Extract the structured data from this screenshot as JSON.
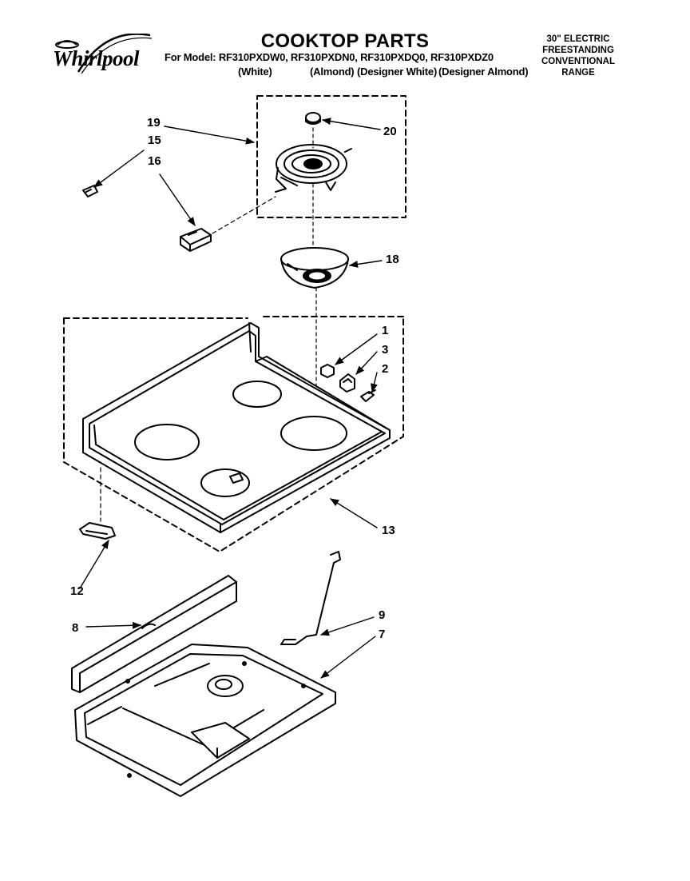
{
  "brand": {
    "logo_text": "Whirlpool"
  },
  "header": {
    "title": "COOKTOP PARTS",
    "models_line": "For Model: RF310PXDW0, RF310PXDN0, RF310PXDQ0, RF310PXDZ0",
    "color_white": "(White)",
    "color_almond": "(Almond)",
    "color_designer_white": "(Designer White)",
    "color_designer_almond": "(Designer Almond)"
  },
  "range_info": {
    "line1": "30\" ELECTRIC",
    "line2": "FREESTANDING",
    "line3": "CONVENTIONAL",
    "line4": "RANGE"
  },
  "callouts": {
    "c1": "1",
    "c2": "2",
    "c3": "3",
    "c7": "7",
    "c8": "8",
    "c9": "9",
    "c12": "12",
    "c13": "13",
    "c15": "15",
    "c16": "16",
    "c18": "18",
    "c19": "19",
    "c20": "20"
  }
}
